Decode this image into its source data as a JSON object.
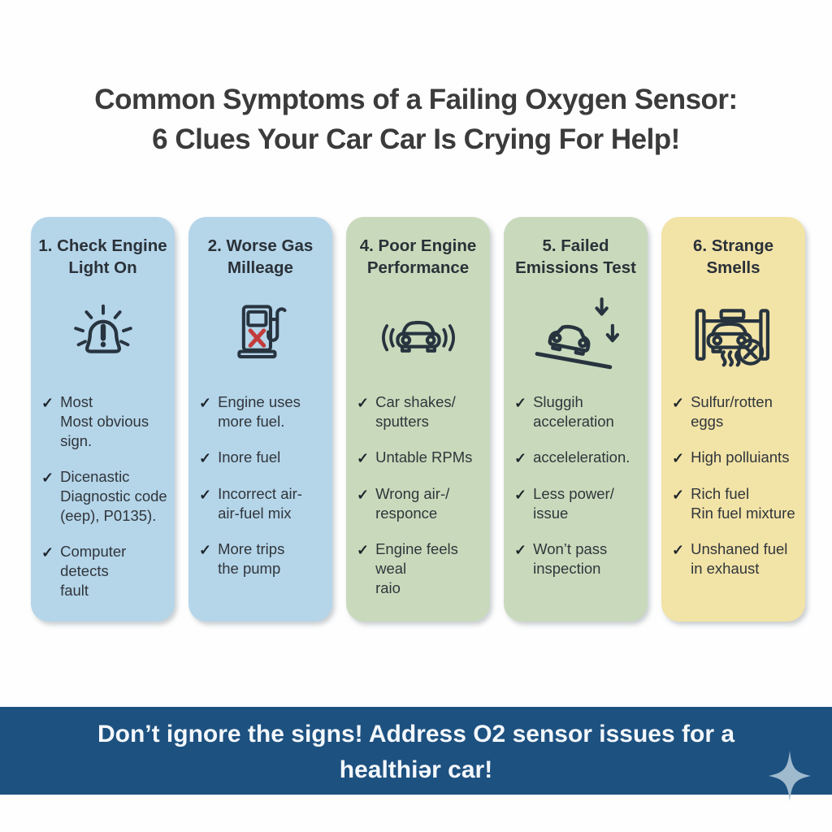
{
  "title": {
    "line1": "Common Symptoms of a Failing Oxygen Sensor:",
    "line2": "6 Clues Your Car Car Is Crying For Help!"
  },
  "checkmark": "✓",
  "cards": [
    {
      "title": "1. Check Engine\nLight On",
      "icon": "warning-light-icon",
      "bg_color": "#b5d5e9",
      "bullets": [
        "Most\nMost obvious sign.",
        "Dicenastic\nDiagnostic code\n(eep), P0135).",
        "Computer detects\nfault"
      ]
    },
    {
      "title": "2. Worse Gas\nMilleage",
      "icon": "fuel-pump-x-icon",
      "bg_color": "#b5d5e9",
      "bullets": [
        "Engine uses\nmore fuel.",
        "Inore fuel",
        "Incorrect air-\nair-fuel mix",
        "More trips\nthe pump"
      ]
    },
    {
      "title": "4. Poor Engine\nPerformance",
      "icon": "car-vibration-icon",
      "bg_color": "#c9dabc",
      "bullets": [
        "Car shakes/\nsputters",
        "Untable RPMs",
        "Wrong air-/\nresponce",
        "Engine feels weal\nraio"
      ]
    },
    {
      "title": "5. Failed\nEmissions Test",
      "icon": "car-downhill-arrows-icon",
      "bg_color": "#c9dabc",
      "bullets": [
        "Sluggih\nacceleration",
        "acceleleration.",
        "Less power/\nissue",
        "Won’t pass\ninspection"
      ]
    },
    {
      "title": "6. Strange\nSmells",
      "icon": "car-lift-smell-icon",
      "bg_color": "#f2e3a7",
      "bullets": [
        "Sulfur/rotten\neggs",
        "High polluiants",
        "Rich fuel\nRin fuel mixture",
        "Unshaned fuel\nin exhaust"
      ]
    }
  ],
  "footer": {
    "line1": "Don’t ignore the signs! Address O2 sensor issues for a",
    "line2": "healthiər car!"
  },
  "colors": {
    "card_blue": "#b5d5e9",
    "card_green": "#c9dabc",
    "card_yellow": "#f2e3a7",
    "banner_blue": "#1d5180",
    "star_blue": "#9fbacd",
    "icon_stroke": "#27343f",
    "red_x": "#c43b3b",
    "title_text": "#3b3b3b",
    "body_text": "#30363b",
    "footer_text": "#f4f8fb"
  }
}
